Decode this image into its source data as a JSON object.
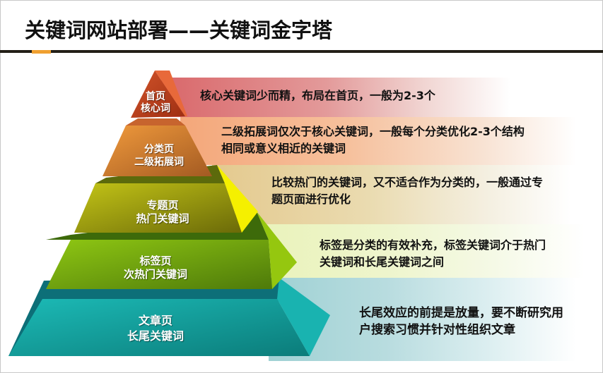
{
  "title": "关键词网站部署——关键词金字塔",
  "colors": {
    "rule": "#231f17",
    "rule_accent": "#f0a030",
    "level1": "#c2401c",
    "level2": "#e58a35",
    "level3": "#a7ae10",
    "level4": "#7fb510",
    "level5": "#17aaa8"
  },
  "pyramid": {
    "levels": [
      {
        "page": "首页",
        "keyword_type": "核心词",
        "description_lines": [
          "核心关键词少而精，布局在首页，一般为2-3个"
        ]
      },
      {
        "page": "分类页",
        "keyword_type": "二级拓展词",
        "description_lines": [
          "二级拓展词仅次于核心关键词，一般每个分类优化2-3个结构",
          "相同或意义相近的关键词"
        ]
      },
      {
        "page": "专题页",
        "keyword_type": "热门关键词",
        "description_lines": [
          "比较热门的关键词，又不适合作为分类的，一般通过专",
          "题页面进行优化"
        ]
      },
      {
        "page": "标签页",
        "keyword_type": "次热门关键词",
        "description_lines": [
          "标签是分类的有效补充，标签关键词介于热门",
          "关键词和长尾关键词之间"
        ]
      },
      {
        "page": "文章页",
        "keyword_type": "长尾关键词",
        "description_lines": [
          "长尾效应的前提是放量，要不断研究用",
          "户搜索习惯并针对性组织文章"
        ]
      }
    ]
  }
}
